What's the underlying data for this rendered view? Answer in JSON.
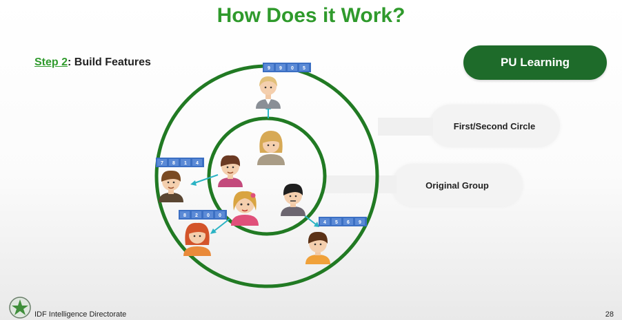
{
  "title": "How Does it Work?",
  "step": {
    "label": "Step 2",
    "text": ": Build Features"
  },
  "pu_button": "PU Learning",
  "labels": {
    "first_second_circle": "First/Second Circle",
    "original_group": "Original Group"
  },
  "feature_vectors": {
    "top": [
      "9",
      "9",
      "0",
      "5"
    ],
    "left": [
      "7",
      "8",
      "1",
      "4"
    ],
    "bottom_left": [
      "8",
      "2",
      "0",
      "0"
    ],
    "bottom_right": [
      "4",
      "5",
      "6",
      "9"
    ]
  },
  "footer": {
    "org": "IDF Intelligence Directorate",
    "page": "28"
  },
  "colors": {
    "green_title": "#2f9a2c",
    "dark_green": "#1e6b2a",
    "feature_blue": "#3b6fc3",
    "arrow": "#2ab3c4"
  }
}
